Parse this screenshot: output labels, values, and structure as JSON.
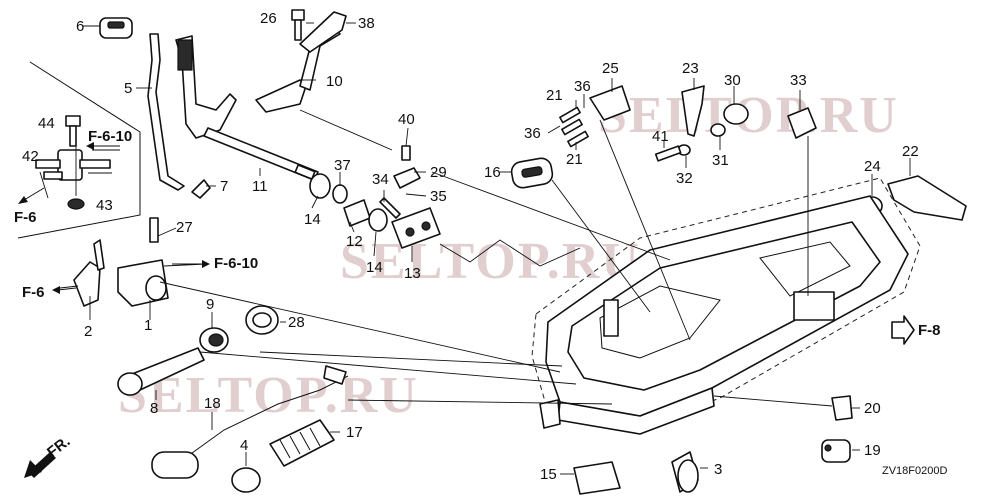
{
  "watermarks": [
    "SELTOP.RU",
    "SELTOP.RU",
    "SELTOP.RU"
  ],
  "diagram_code": "ZV18F0200D",
  "direction_label": "FR.",
  "cross_references": {
    "f6_10_upper": "F-6-10",
    "f6_upper": "F-6",
    "f6_10_lower": "F-6-10",
    "f6_lower": "F-6",
    "f8": "F-8"
  },
  "callouts": {
    "p1": "1",
    "p2": "2",
    "p3": "3",
    "p4": "4",
    "p5": "5",
    "p6": "6",
    "p7": "7",
    "p8": "8",
    "p9": "9",
    "p10": "10",
    "p11": "11",
    "p12": "12",
    "p13": "13",
    "p14a": "14",
    "p14b": "14",
    "p15": "15",
    "p16": "16",
    "p17": "17",
    "p18": "18",
    "p19": "19",
    "p20": "20",
    "p21a": "21",
    "p21b": "21",
    "p22": "22",
    "p23": "23",
    "p24": "24",
    "p25": "25",
    "p26": "26",
    "p27": "27",
    "p28": "28",
    "p29": "29",
    "p30": "30",
    "p31": "31",
    "p32": "32",
    "p33": "33",
    "p34": "34",
    "p35": "35",
    "p36a": "36",
    "p36b": "36",
    "p37": "37",
    "p38": "38",
    "p40": "40",
    "p41": "41",
    "p42": "42",
    "p43": "43",
    "p44": "44"
  }
}
